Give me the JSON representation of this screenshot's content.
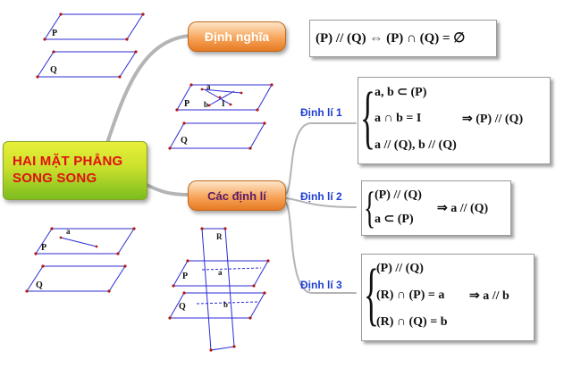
{
  "central_topic": {
    "line1": "HAI MẶT PHẲNG",
    "line2": "SONG SONG"
  },
  "branches": {
    "definition": "Định nghĩa",
    "theorems": "Các định lí"
  },
  "definition_formula": "(P) // (Q) ⇔ (P) ∩ (Q) = ∅",
  "theorem_labels": [
    "Định lí 1",
    "Định lí 2",
    "Định lí 3"
  ],
  "theorem1": {
    "cond1": "a, b ⊂ (P)",
    "cond2": "a ∩ b = I",
    "cond3": "a // (Q), b // (Q)",
    "result": "⇒ (P) // (Q)"
  },
  "theorem2": {
    "cond1": "(P) // (Q)",
    "cond2": "a ⊂ (P)",
    "result": "⇒ a // (Q)"
  },
  "theorem3": {
    "cond1": "(P) // (Q)",
    "cond2": "(R) ∩ (P) = a",
    "cond3": "(R) ∩ (Q) = b",
    "result": "⇒ a // b"
  },
  "figure_labels": {
    "fig1": {
      "P": "P",
      "Q": "Q"
    },
    "fig2": {
      "P": "P",
      "Q": "Q",
      "a": "a",
      "b": "b",
      "I": "I"
    },
    "fig3": {
      "P": "P",
      "Q": "Q",
      "a": "a"
    },
    "fig4": {
      "R": "R",
      "P": "P",
      "Q": "Q",
      "a": "a",
      "b": "b"
    }
  },
  "colors": {
    "central_text": "#e01010",
    "branch_fill": "#f7a45a",
    "theorem_label": "#1f3fd0",
    "connector": "#b4b4b4",
    "plane_edge": "#2b2bd6",
    "vertex": "#b01818"
  }
}
